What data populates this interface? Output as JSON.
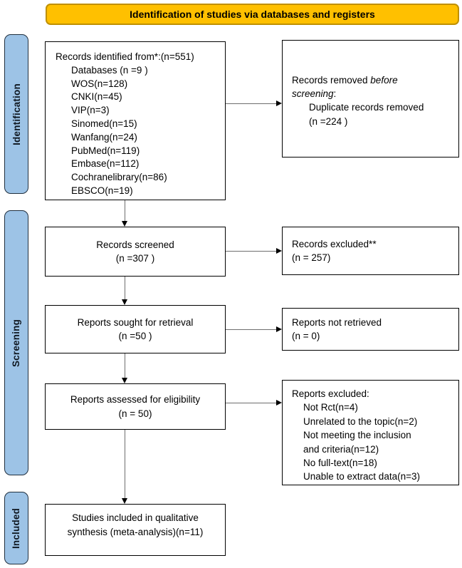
{
  "banner": {
    "title": "Identification of studies via databases and registers"
  },
  "colors": {
    "banner_fill": "#FFC000",
    "banner_border": "#BF9000",
    "stage_fill": "#9DC3E6",
    "box_border": "#000000",
    "arrow_line": "#6e6e6e",
    "arrow_head": "#000000"
  },
  "stages": {
    "identification": "Identification",
    "screening": "Screening",
    "included": "Included"
  },
  "flow": {
    "identified": {
      "title": "Records identified from*:(n=551)",
      "items": [
        "Databases (n =9 )",
        "WOS(n=128)",
        "CNKI(n=45)",
        "VIP(n=3)",
        "Sinomed(n=15)",
        "Wanfang(n=24)",
        "PubMed(n=119)",
        "Embase(n=112)",
        "Cochranelibrary(n=86)",
        "EBSCO(n=19)"
      ]
    },
    "removed": {
      "prefix": "Records removed ",
      "italic_phrase": "before screening",
      "suffix": ":",
      "items": [
        "Duplicate records removed",
        "(n =224 )"
      ]
    },
    "screened": {
      "line1": "Records screened",
      "line2": "(n =307 )"
    },
    "excluded": {
      "line1": "Records excluded**",
      "line2": "(n = 257)"
    },
    "sought": {
      "line1": "Reports sought for retrieval",
      "line2": "(n =50 )"
    },
    "not_retrieved": {
      "line1": "Reports not retrieved",
      "line2": "(n = 0)"
    },
    "assessed": {
      "line1": "Reports assessed for eligibility",
      "line2": "(n = 50)"
    },
    "reports_excluded": {
      "title": "Reports excluded:",
      "items": [
        "Not Rct(n=4)",
        "Unrelated to the topic(n=2)",
        "Not meeting the inclusion",
        "and criteria(n=12)",
        "No full-text(n=18)",
        "Unable to extract data(n=3)"
      ]
    },
    "included_box": {
      "line1": "Studies included in qualitative",
      "line2": "synthesis  (meta-analysis)(n=11)"
    }
  }
}
